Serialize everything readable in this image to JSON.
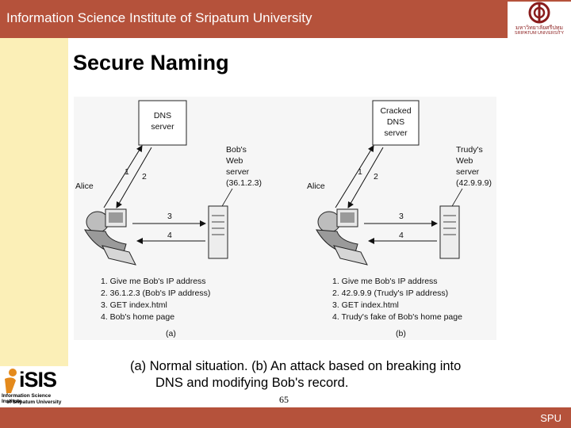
{
  "header": {
    "title": "Information Science Institute of Sripatum University",
    "logo_thai": "มหาวิทยาลัยศรีปทุม",
    "logo_english": "SRIPATUM UNIVERSITY"
  },
  "colors": {
    "header_bar": "#b5523b",
    "sidebar": "#fbefb7",
    "logo_accent": "#8a1c1c",
    "isis_orange": "#e48a1c"
  },
  "slide": {
    "title": "Secure Naming",
    "caption_line1": "(a) Normal situation.  (b) An attack based on breaking into",
    "caption_line2": "DNS and modifying Bob's record.",
    "page_number": "65"
  },
  "footer": {
    "label": "SPU"
  },
  "isis_logo": {
    "word": "iSIS",
    "line1": "Information Science Institute",
    "line2": "of Sripatum University"
  },
  "figure": {
    "a": {
      "server_line1": "DNS",
      "server_line2": "server",
      "alice": "Alice",
      "web_line1": "Bob's",
      "web_line2": "Web",
      "web_line3": "server",
      "web_line4": "(36.1.2.3)",
      "arrow1": "1",
      "arrow2": "2",
      "arrow3": "3",
      "arrow4": "4",
      "steps": [
        "1. Give me Bob's IP address",
        "2. 36.1.2.3 (Bob's IP address)",
        "3. GET index.html",
        "4. Bob's home page"
      ],
      "label": "(a)"
    },
    "b": {
      "server_line1": "Cracked",
      "server_line2": "DNS",
      "server_line3": "server",
      "alice": "Alice",
      "web_line1": "Trudy's",
      "web_line2": "Web",
      "web_line3": "server",
      "web_line4": "(42.9.9.9)",
      "arrow1": "1",
      "arrow2": "2",
      "arrow3": "3",
      "arrow4": "4",
      "steps": [
        "1. Give me Bob's IP address",
        "2. 42.9.9.9 (Trudy's IP address)",
        "3. GET index.html",
        "4. Trudy's fake of Bob's home page"
      ],
      "label": "(b)"
    }
  }
}
